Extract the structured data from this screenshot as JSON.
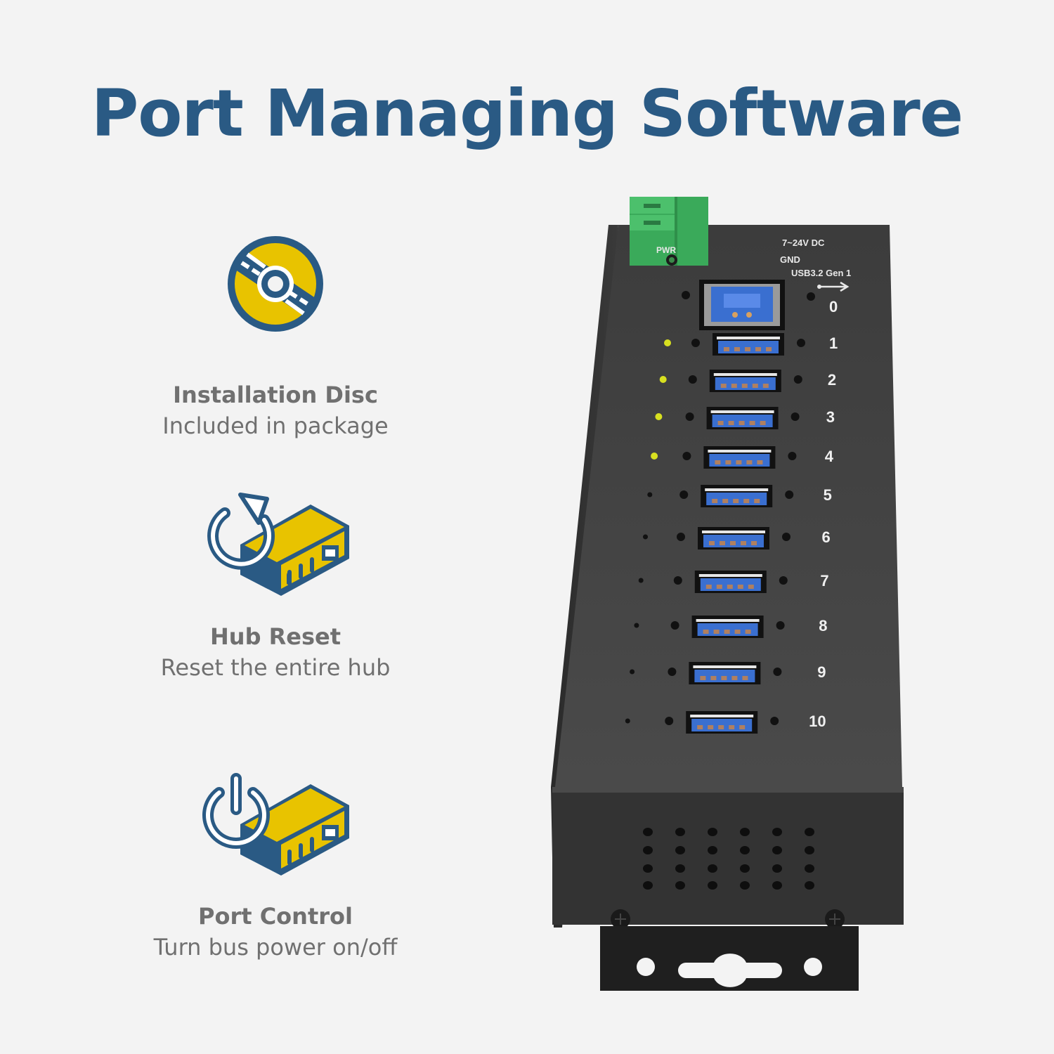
{
  "header": {
    "title": "Port Managing Software"
  },
  "features": [
    {
      "icon": "installation-disc-icon",
      "title": "Installation Disc",
      "subtitle": "Included in package"
    },
    {
      "icon": "hub-reset-icon",
      "title": "Hub Reset",
      "subtitle": "Reset the entire hub"
    },
    {
      "icon": "port-control-power-icon",
      "title": "Port Control",
      "subtitle": "Turn bus power on/off"
    }
  ],
  "colors": {
    "title_blue": "#2a5a84",
    "icon_blue": "#2a5a84",
    "icon_yellow": "#e8c300",
    "text_gray": "#707070",
    "background": "#f3f3f3",
    "hub_body": "#3a3a3a",
    "usb_blue": "#3a6fd0",
    "terminal_green": "#3aaa5a",
    "led_yellow": "#d8e020"
  },
  "hub": {
    "pwr_label": "PWR",
    "voltage_label": "7~24V DC",
    "gnd_label": "GND",
    "usb_spec_label": "USB3.2 Gen 1",
    "upstream_port_label": "0",
    "ports": [
      {
        "number": "1",
        "led_on": true
      },
      {
        "number": "2",
        "led_on": true
      },
      {
        "number": "3",
        "led_on": true
      },
      {
        "number": "4",
        "led_on": true
      },
      {
        "number": "5",
        "led_on": false
      },
      {
        "number": "6",
        "led_on": false
      },
      {
        "number": "7",
        "led_on": false
      },
      {
        "number": "8",
        "led_on": false
      },
      {
        "number": "9",
        "led_on": false
      },
      {
        "number": "10",
        "led_on": false
      }
    ]
  }
}
